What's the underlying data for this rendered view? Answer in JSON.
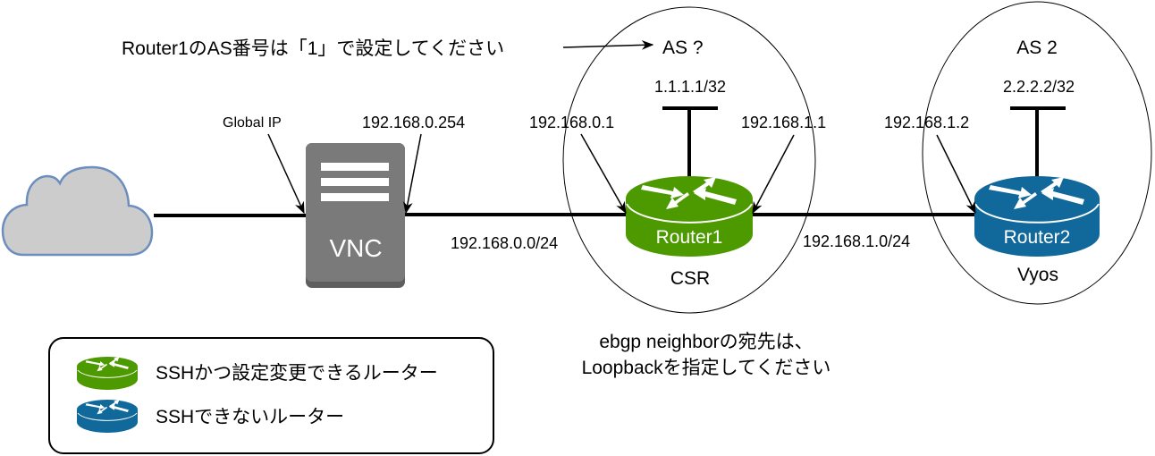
{
  "colors": {
    "cloud_fill": "#cccccc",
    "cloud_stroke": "#6c8ebf",
    "vnc_fill": "#7a7a7a",
    "vnc_base": "#5e5e5e",
    "router_configurable": "#4d9900",
    "router_configurable_dark": "#3f7f00",
    "router_readonly": "#10699a",
    "router_readonly_dark": "#0b557e",
    "line": "#000000"
  },
  "annotations": {
    "as_instruction": "Router1のAS番号は「1」で設定してください",
    "ebgp_note_line1": "ebgp neighborの宛先は、",
    "ebgp_note_line2": "Loopbackを指定してください"
  },
  "as_zones": [
    {
      "label": "AS ?",
      "loopback": "1.1.1.1/32"
    },
    {
      "label": "AS 2",
      "loopback": "2.2.2.2/32"
    }
  ],
  "devices": {
    "cloud": {
      "icon": "cloud-icon"
    },
    "vnc": {
      "label": "VNC",
      "icon": "server-icon"
    },
    "router1": {
      "label": "Router1",
      "type": "CSR",
      "icon": "router-icon"
    },
    "router2": {
      "label": "Router2",
      "type": "Vyos",
      "icon": "router-icon"
    }
  },
  "interfaces": {
    "vnc_global": "Global IP",
    "vnc_inside": "192.168.0.254",
    "router1_g1": "192.168.0.1",
    "router1_g2": "192.168.1.1",
    "router2_eth": "192.168.1.2"
  },
  "networks": {
    "lan0": "192.168.0.0/24",
    "lan1": "192.168.1.0/24"
  },
  "legend": {
    "items": [
      {
        "label": "SSHかつ設定変更できるルーター",
        "color": "#4d9900"
      },
      {
        "label": "SSHできないルーター",
        "color": "#10699a"
      }
    ]
  }
}
